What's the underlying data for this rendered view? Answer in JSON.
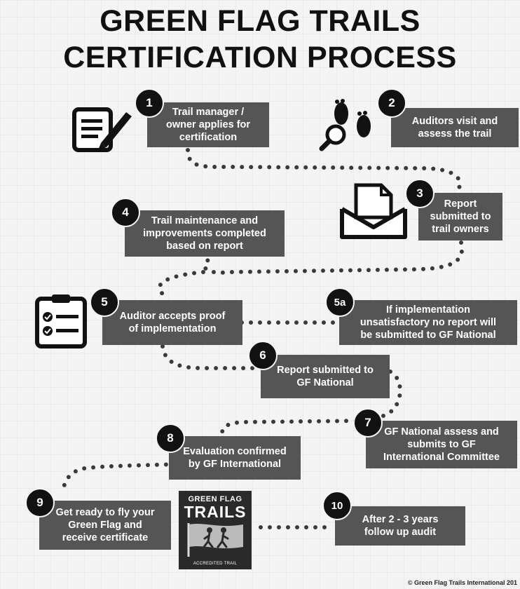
{
  "title": {
    "line1": "GREEN FLAG TRAILS",
    "line2": "CERTIFICATION PROCESS"
  },
  "steps": [
    {
      "id": "1",
      "text": "Trail manager /\nowner applies for\ncertification",
      "icon": "document-pen-icon"
    },
    {
      "id": "2",
      "text": "Auditors visit and\nassess the trail",
      "icon": "footprints-magnifier-icon"
    },
    {
      "id": "3",
      "text": "Report\nsubmitted to\ntrail owners",
      "icon": "envelope-document-icon"
    },
    {
      "id": "4",
      "text": "Trail maintenance and\nimprovements completed\nbased on report"
    },
    {
      "id": "5",
      "text": "Auditor accepts proof\nof implementation",
      "icon": "clipboard-checklist-icon"
    },
    {
      "id": "5a",
      "text": "If implementation\nunsatisfactory no report will\nbe submitted to GF National"
    },
    {
      "id": "6",
      "text": "Report submitted to\nGF National"
    },
    {
      "id": "7",
      "text": "GF National assess and\nsubmits to GF\nInternational Committee"
    },
    {
      "id": "8",
      "text": "Evaluation confirmed\nby GF International"
    },
    {
      "id": "9",
      "text": "Get ready to fly your\nGreen Flag and\nreceive certificate"
    },
    {
      "id": "10",
      "text": "After 2 - 3 years\nfollow up audit"
    }
  ],
  "flag_card": {
    "line1": "GREEN FLAG",
    "line2": "TRAILS",
    "line3": "ACCREDITED TRAIL",
    "icon": "hikers-flag-icon"
  },
  "copyright": "© Green Flag Trails International 201",
  "colors": {
    "box": "#555555",
    "badge": "#111111",
    "dots": "#3a3a3a",
    "background": "#f4f4f4"
  }
}
